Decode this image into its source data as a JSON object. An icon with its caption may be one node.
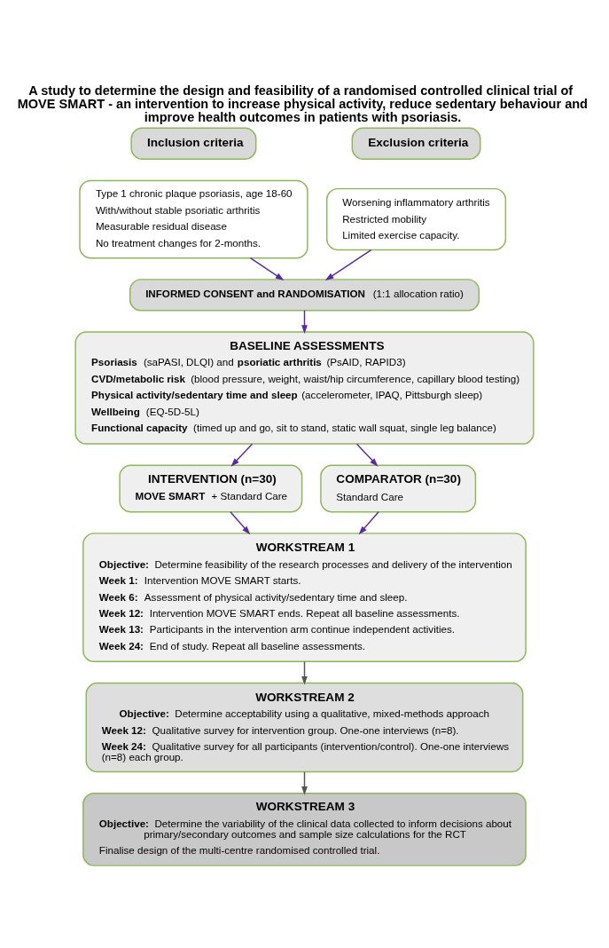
{
  "diagram": {
    "title": "A study to determine the design and feasibility of a randomised controlled clinical trial of MOVE SMART - an intervention to increase physical activity, reduce sedentary behaviour and improve health outcomes in patients with psoriasis.",
    "nodes": [
      {
        "text": [
          "Inclusion criteria"
        ]
      },
      {
        "text": [
          "Type 1 chronic plaque psoriasis, age 18-60",
          "With/without stable psoriatic arthritis",
          "Measurable residual disease",
          "No treatment changes for 2-months."
        ]
      },
      {
        "text": [
          "Exclusion criteria"
        ]
      },
      {
        "text": [
          "Worsening inflammatory arthritis",
          "Restricted mobility",
          "Limited exercise capacity."
        ]
      },
      {
        "text": [
          "**INFORMED CONSENT and RANDOMISATION** (1:1 allocation ratio)"
        ]
      },
      {
        "text": [
          "BASELINE ASSESSMENTS",
          "**Psoriasis** (saPASI, DLQI) and **psoriatic arthritis** (PsAID, RAPID3)",
          "**CVD/metabolic risk** (blood pressure, weight, waist/hip circumference, capillary blood testing)",
          "**Physical activity/sedentary time and sleep** (accelerometer, IPAQ, Pittsburgh sleep)",
          "**Wellbeing** (EQ-5D-5L)",
          "**Functional capacity** (timed up and go, sit to stand, static wall squat, single leg balance)"
        ]
      },
      {
        "text": [
          "INTERVENTION (n=30)",
          "**MOVE SMART** + Standard Care"
        ]
      },
      {
        "text": [
          "COMPARATOR (n=30)",
          "Standard Care"
        ]
      },
      {
        "text": [
          "WORKSTREAM 1",
          "**Objective:** Determine feasibility of the research processes and delivery of the intervention",
          "**Week 1:** Intervention MOVE SMART starts.",
          "**Week 6:** Assessment of physical activity/sedentary time and sleep.",
          "**Week 12:** Intervention MOVE SMART ends. Repeat all baseline assessments.",
          "**Week 13:** Participants in the intervention arm continue independent activities.",
          "**Week 24:** End of study. Repeat all baseline assessments."
        ]
      },
      {
        "text": [
          "WORKSTREAM 2",
          "**Objective:** Determine acceptability using a qualitative, mixed-methods approach",
          "**Week 12:** Qualitative survey for intervention group. One-one interviews (n=8).",
          "**Week 24:** Qualitative survey for all participants (intervention/control). One-one interviews (n=8) each group."
        ]
      },
      {
        "text": [
          "WORKSTREAM 3",
          "**Objective:** Determine the variability of the clinical data collected to inform decisions about primary/secondary outcomes and sample size calculations for the RCT",
          "Finalise design of the multi-centre randomised controlled trial."
        ]
      }
    ],
    "edges": [
      {
        "from": 1,
        "to": 4,
        "arrow": "to"
      },
      {
        "from": 3,
        "to": 4,
        "arrow": "to"
      },
      {
        "from": 4,
        "to": 5,
        "arrow": "to"
      },
      {
        "from": 5,
        "to": 6,
        "arrow": "to"
      },
      {
        "from": 5,
        "to": 7,
        "arrow": "to"
      },
      {
        "from": 6,
        "to": 8,
        "arrow": "to"
      },
      {
        "from": 7,
        "to": 8,
        "arrow": "to"
      },
      {
        "from": 8,
        "to": 9,
        "arrow": "to",
        "color": "#555555"
      },
      {
        "from": 9,
        "to": 10,
        "arrow": "to",
        "color": "#555555"
      }
    ]
  }
}
